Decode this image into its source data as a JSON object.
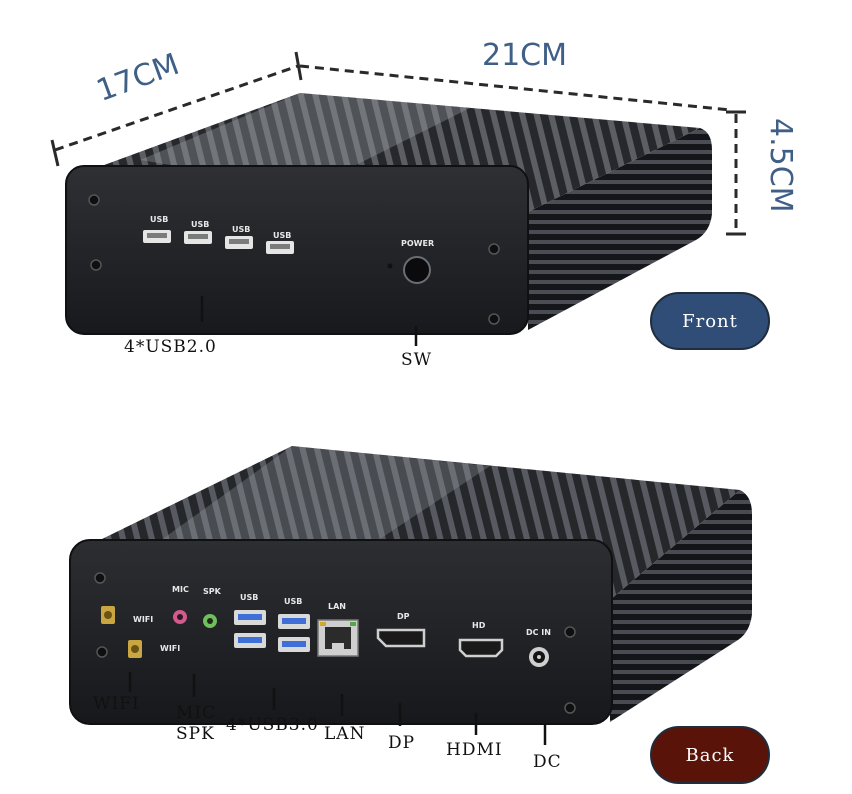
{
  "dimensions": {
    "width": "21CM",
    "depth": "17CM",
    "height": "4.5CM"
  },
  "front": {
    "badge": "Front",
    "port_text": {
      "usb": "USB",
      "power": "POWER"
    },
    "callouts": {
      "usb": "4*USB2.0",
      "switch": "SW"
    }
  },
  "back": {
    "badge": "Back",
    "port_text": {
      "mic": "MIC",
      "spk": "SPK",
      "usb": "USB",
      "lan": "LAN",
      "dp": "DP",
      "hd": "HD",
      "dc_in": "DC IN",
      "wifi": "WIFI"
    },
    "callouts": {
      "wifi": "WIFI",
      "mic": "MIC",
      "spk": "SPK",
      "usb": "4*USB3.0",
      "lan": "LAN",
      "dp": "DP",
      "hdmi": "HDMI",
      "dc": "DC"
    }
  },
  "colors": {
    "badge_front": "#2f4d77",
    "badge_back": "#5a1308",
    "dimension_text": "#3f5f86",
    "chassis": "#1d1f22",
    "usb3_blue": "#3d6fd6"
  }
}
